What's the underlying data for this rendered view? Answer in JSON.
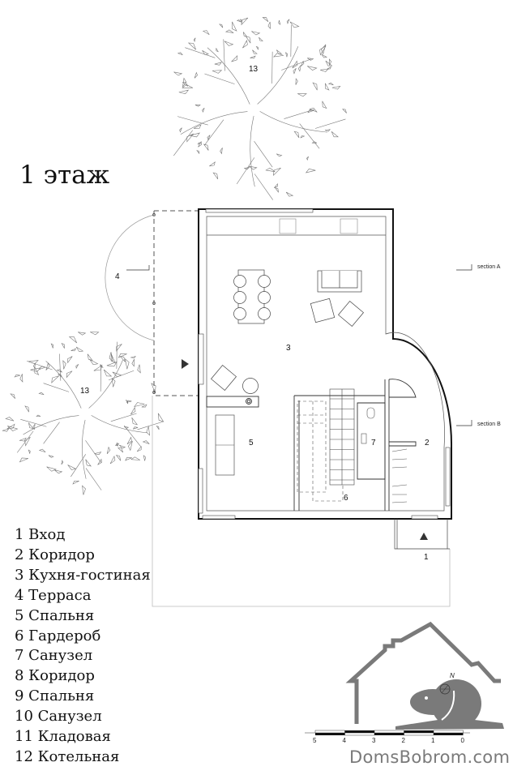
{
  "title": "1 этаж",
  "rooms": {
    "r1": "1",
    "r2": "2",
    "r3": "3",
    "r4": "4",
    "r5": "5",
    "r6": "6",
    "r7": "7",
    "tree_top": "13",
    "tree_left": "13"
  },
  "sections": {
    "a": "section A",
    "b": "section B"
  },
  "legend": [
    "1 Вход",
    "2 Коридор",
    "3 Кухня-гостиная",
    "4 Терраса",
    "5 Спальня",
    "6 Гардероб",
    "7 Санузел",
    "8 Коридор",
    "9 Спальня",
    "10 Санузел",
    "11 Кладовая",
    "12 Котельная"
  ],
  "scale_bar": {
    "ticks": [
      "5",
      "4",
      "3",
      "2",
      "1",
      "0"
    ]
  },
  "compass": {
    "label": "N"
  },
  "brand": {
    "text": "DomsBobrom.com",
    "color": "#7a7a7a"
  }
}
